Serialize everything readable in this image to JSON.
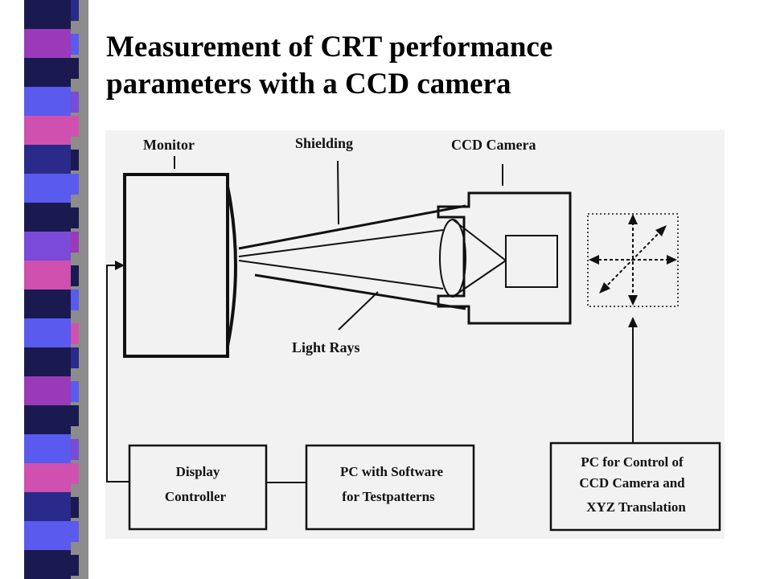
{
  "slide": {
    "title_line1": "Measurement of CRT performance",
    "title_line2": "parameters with a CCD camera"
  },
  "diagram": {
    "labels": {
      "monitor": "Monitor",
      "shielding": "Shielding",
      "ccd_camera": "CCD Camera",
      "light_rays": "Light Rays"
    },
    "boxes": {
      "display_controller": [
        "Display",
        "Controller"
      ],
      "pc_software": [
        "PC with Software",
        "for Testpatterns"
      ],
      "pc_control": [
        "PC for Control of",
        "CCD Camera and",
        "XYZ Translation"
      ]
    }
  },
  "colors": {
    "bar_dark": "#1a1a50",
    "bar_blue": "#5a5aef",
    "bar_purple": "#9a3ab8",
    "bar_pink": "#d050b0",
    "bar_navy": "#2a2a8a",
    "bar_violet": "#7a4ad8",
    "bar_shadow": "#8c8c8c",
    "diagram_bg": "#f2f2f2"
  }
}
